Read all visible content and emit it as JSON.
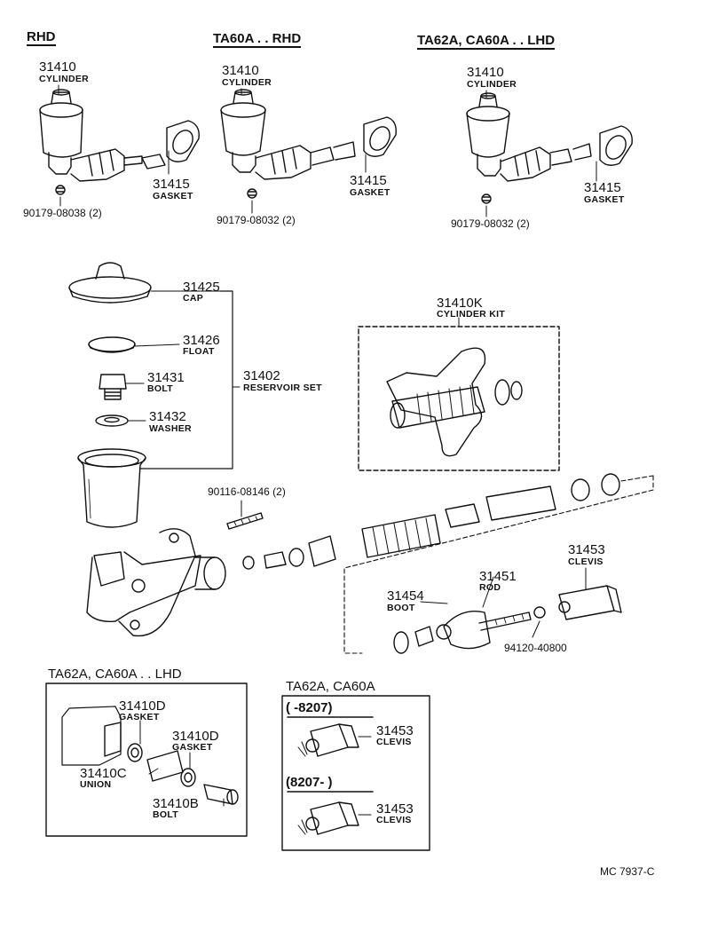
{
  "headers": {
    "rhd": "RHD",
    "ta60a_rhd": "TA60A . . RHD",
    "ta62a_lhd": "TA62A, CA60A . . LHD",
    "box_left": "TA62A, CA60A . . LHD",
    "box_right": "TA62A, CA60A",
    "range_old": "(      -8207)",
    "range_new": "(8207-       )"
  },
  "top_left": {
    "pn": "31410",
    "nm": "CYLINDER",
    "gasket_pn": "31415",
    "gasket_nm": "GASKET",
    "nut_pn": "90179-08038 (2)"
  },
  "top_mid": {
    "pn": "31410",
    "nm": "CYLINDER",
    "gasket_pn": "31415",
    "gasket_nm": "GASKET",
    "nut_pn": "90179-08032 (2)"
  },
  "top_right": {
    "pn": "31410",
    "nm": "CYLINDER",
    "gasket_pn": "31415",
    "gasket_nm": "GASKET",
    "nut_pn": "90179-08032 (2)"
  },
  "reservoir": {
    "cap_pn": "31425",
    "cap_nm": "CAP",
    "float_pn": "31426",
    "float_nm": "FLOAT",
    "bolt_pn": "31431",
    "bolt_nm": "BOLT",
    "washer_pn": "31432",
    "washer_nm": "WASHER",
    "set_pn": "31402",
    "set_nm": "RESERVOIR SET"
  },
  "kit": {
    "pn": "31410K",
    "nm": "CYLINDER KIT"
  },
  "stud": {
    "pn": "90116-08146 (2)"
  },
  "clevis": {
    "pn": "31453",
    "nm": "CLEVIS"
  },
  "rod": {
    "pn": "31451",
    "nm": "ROD"
  },
  "boot": {
    "pn": "31454",
    "nm": "BOOT"
  },
  "nut2": {
    "pn": "94120-40800"
  },
  "box_left_parts": {
    "gasket1_pn": "31410D",
    "gasket1_nm": "GASKET",
    "gasket2_pn": "31410D",
    "gasket2_nm": "GASKET",
    "union_pn": "31410C",
    "union_nm": "UNION",
    "bolt_pn": "31410B",
    "bolt_nm": "BOLT"
  },
  "box_right_parts": {
    "clevis1_pn": "31453",
    "clevis1_nm": "CLEVIS",
    "clevis2_pn": "31453",
    "clevis2_nm": "CLEVIS"
  },
  "footer": {
    "code": "MC  7937-C"
  }
}
